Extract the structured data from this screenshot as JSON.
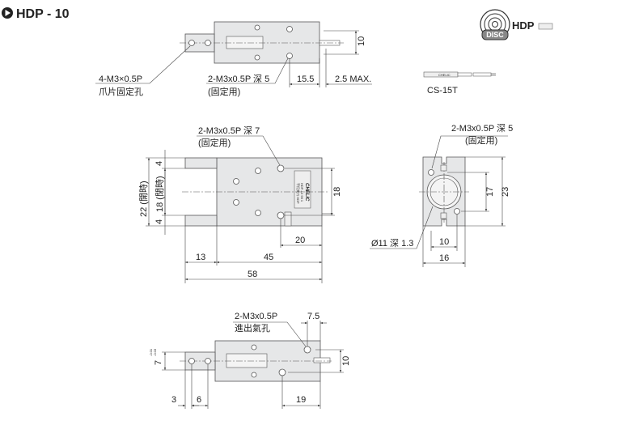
{
  "title": "HDP - 10",
  "logo": {
    "text": "HDP",
    "lettering": "DISC"
  },
  "sensor": {
    "label": "CS-15T",
    "brand": "CHELIC"
  },
  "top_view": {
    "callout1": [
      "4-M3×0.5P",
      "爪片固定孔"
    ],
    "callout2": [
      "2-M3x0.5P 深 5",
      "(固定用)"
    ],
    "dims": [
      "15.5",
      "2.5 MAX.",
      "10"
    ]
  },
  "front_view": {
    "callout": [
      "2-M3x0.5P 深 7",
      "(固定用)"
    ],
    "dims": {
      "d4a": "4",
      "d4b": "4",
      "open": "22 (開時)",
      "closed": "18 (閉時)",
      "d18": "18",
      "d20": "20",
      "d13": "13",
      "d45": "45",
      "d58": "58"
    },
    "plate": [
      "CHELIC",
      "HDP-10 96 1",
      "平行夾爪 HDP"
    ]
  },
  "side_view": {
    "callout": [
      "2-M3x0.5P 深 5",
      "(固定用)"
    ],
    "bore": "Ø11 深 1.3",
    "dims": {
      "d17": "17",
      "d23": "23",
      "d10": "10",
      "d16": "16"
    }
  },
  "bottom_view": {
    "callout": [
      "2-M3x0.5P",
      "進出氣孔"
    ],
    "tolerance": [
      "-0.01",
      "-0.03"
    ],
    "dims": {
      "d7_5": "7.5",
      "d7": "7",
      "d10": "10",
      "d3": "3",
      "d6": "6",
      "d19": "19"
    }
  }
}
